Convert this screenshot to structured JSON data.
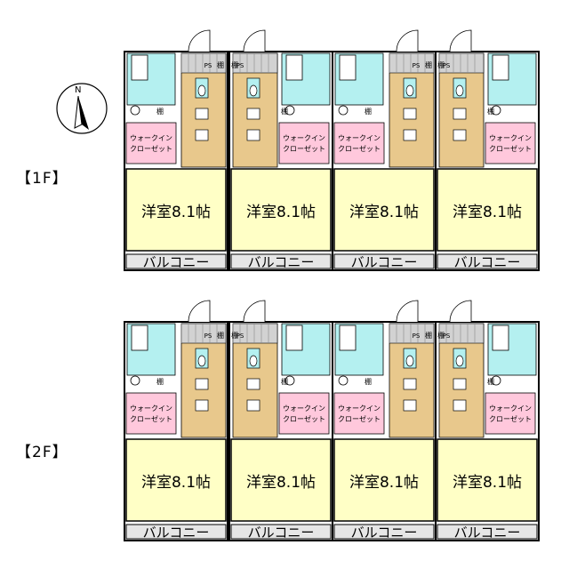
{
  "compass": {
    "north_label": "N"
  },
  "floors": [
    {
      "label": "【1F】",
      "units": [
        {
          "room_label": "洋室8.1帖",
          "closet_label_1": "ウォークイン",
          "closet_label_2": "クローゼット",
          "balcony_label": "バルコニー",
          "shelf_label": "棚"
        },
        {
          "room_label": "洋室8.1帖",
          "closet_label_1": "ウォークイン",
          "closet_label_2": "クローゼット",
          "balcony_label": "バルコニー",
          "shelf_label": "棚"
        },
        {
          "room_label": "洋室8.1帖",
          "closet_label_1": "ウォークイン",
          "closet_label_2": "クローゼット",
          "balcony_label": "バルコニー",
          "shelf_label": "棚"
        },
        {
          "room_label": "洋室8.1帖",
          "closet_label_1": "ウォークイン",
          "closet_label_2": "クローゼット",
          "balcony_label": "バルコニー",
          "shelf_label": "棚"
        }
      ],
      "ps_label": "PS"
    },
    {
      "label": "【2F】",
      "units": [
        {
          "room_label": "洋室8.1帖",
          "closet_label_1": "ウォークイン",
          "closet_label_2": "クローゼット",
          "balcony_label": "バルコニー",
          "shelf_label": "棚"
        },
        {
          "room_label": "洋室8.1帖",
          "closet_label_1": "ウォークイン",
          "closet_label_2": "クローゼット",
          "balcony_label": "バルコニー",
          "shelf_label": "棚"
        },
        {
          "room_label": "洋室8.1帖",
          "closet_label_1": "ウォークイン",
          "closet_label_2": "クローゼット",
          "balcony_label": "バルコニー",
          "shelf_label": "棚"
        },
        {
          "room_label": "洋室8.1帖",
          "closet_label_1": "ウォークイン",
          "closet_label_2": "クローゼット",
          "balcony_label": "バルコニー",
          "shelf_label": "棚"
        }
      ],
      "ps_label": "PS"
    }
  ],
  "colors": {
    "room": "#ffffc6",
    "closet": "#ffc8dc",
    "water": "#b4f0f0",
    "floor_wood": "#e8c88c",
    "stair": "#d2d2d2",
    "balcony": "#e6e6e6",
    "wall": "#000000"
  }
}
